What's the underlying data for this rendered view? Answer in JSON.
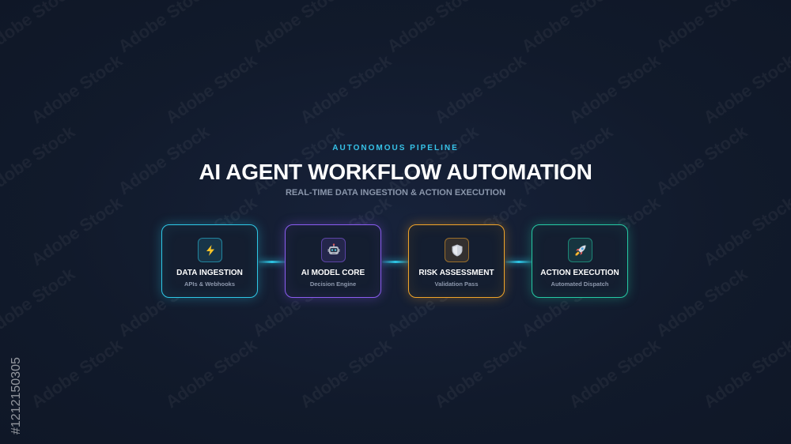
{
  "header": {
    "eyebrow": "AUTONOMOUS PIPELINE",
    "title": "AI AGENT WORKFLOW AUTOMATION",
    "subtitle": "REAL-TIME DATA INGESTION & ACTION EXECUTION"
  },
  "steps": [
    {
      "title": "DATA INGESTION",
      "subtitle": "APIs & Webhooks",
      "icon": "lightning-icon",
      "color": "#2ec7e6"
    },
    {
      "title": "AI MODEL CORE",
      "subtitle": "Decision Engine",
      "icon": "robot-icon",
      "color": "#8a5cf0"
    },
    {
      "title": "RISK ASSESSMENT",
      "subtitle": "Validation Pass",
      "icon": "shield-icon",
      "color": "#f0a329"
    },
    {
      "title": "ACTION EXECUTION",
      "subtitle": "Automated Dispatch",
      "icon": "rocket-icon",
      "color": "#25c9a4"
    }
  ],
  "connector_color": "#2ec7e6",
  "watermark": {
    "text": "Adobe Stock",
    "id": "#1212150305"
  }
}
